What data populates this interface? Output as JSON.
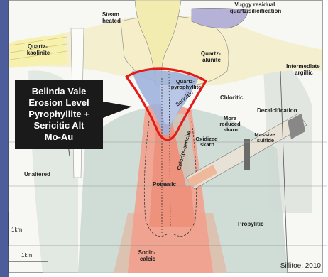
{
  "callout": {
    "lines": [
      "Belinda Vale",
      "Erosion Level",
      "Pyrophyllite +",
      "Sericitic Alt",
      "Mo-Au"
    ]
  },
  "labels": {
    "steam_heated": [
      "Steam",
      "heated"
    ],
    "vuggy": [
      "Vuggy residual",
      "quartz/silicification"
    ],
    "quartz_kaolinite": [
      "Quartz-",
      "kaolinite"
    ],
    "quartz_alunite": [
      "Quartz-",
      "alunite"
    ],
    "intermediate_argillic": [
      "Intermediate",
      "argillic"
    ],
    "quartz_pyrophyllite": [
      "Quartz-",
      "pyrophyllite"
    ],
    "sericitic": "Sericitic",
    "chloritic": "Chloritic",
    "decalcification": "Decalcification",
    "more_reduced_skarn": [
      "More",
      "reduced",
      "skarn"
    ],
    "oxidized_skarn": [
      "Oxidized",
      "skarn"
    ],
    "massive_sulfide": [
      "Massive",
      "sulfide"
    ],
    "chlorite_sericite": "Chlorite-sericite",
    "unaltered": "Unaltered",
    "potassic": "Potassic",
    "propylitic": "Propylitic",
    "sodic_calcic": [
      "Sodic-",
      "calcic"
    ],
    "scale_vertical": "1km",
    "scale_horizontal": "1km"
  },
  "citation": "Sillitoe, 2010",
  "colors": {
    "highlight_outline": "#e21b1b",
    "callout_bg": "#1a1a1a",
    "advanced_argillic": "#f4eeb4",
    "alunite": "#f2ecc4",
    "pyrophyllite": "#9db2dc",
    "potassic": "#f09a86",
    "propylitic": "#c8d6cf",
    "sodic_calcic": "#d8bfae",
    "vuggy": "#b7b2d6"
  }
}
